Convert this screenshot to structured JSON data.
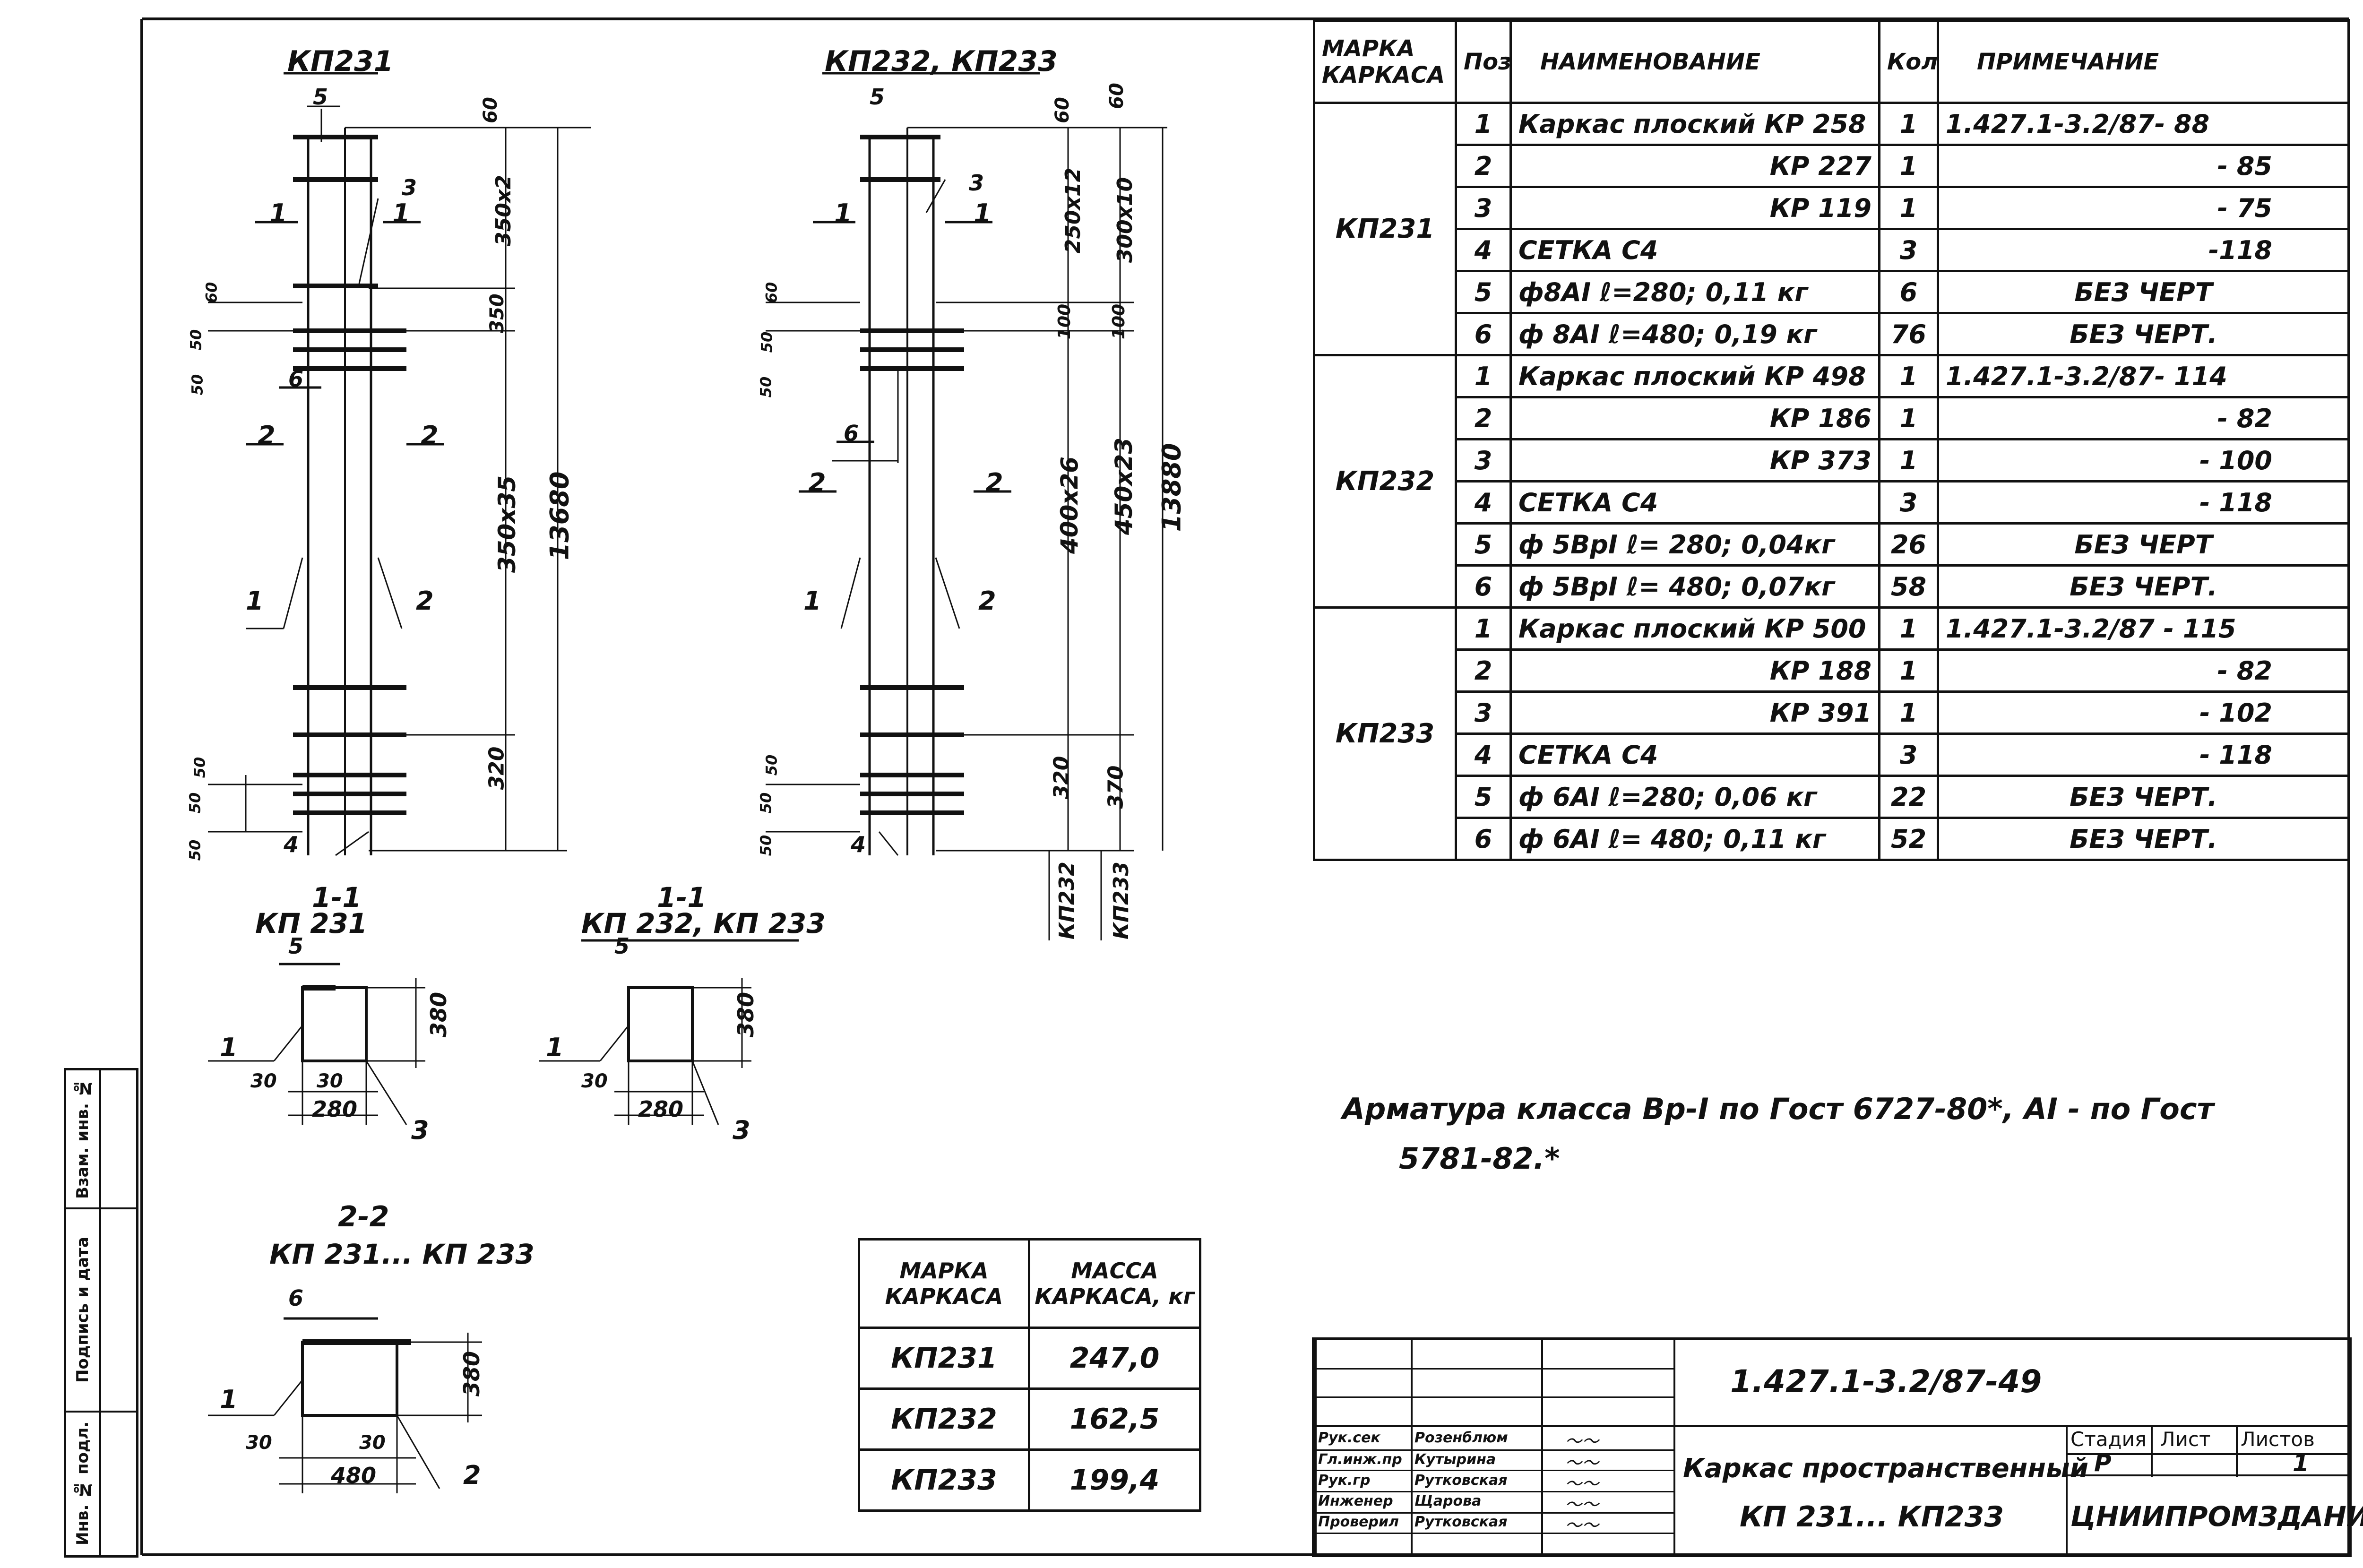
{
  "drawings": {
    "elev1": {
      "title": "КП231",
      "pos5": "5",
      "pos3": "3",
      "sec1a": "1",
      "sec1b": "1",
      "pos6": "6",
      "sec2a": "2",
      "sec2b": "2",
      "pos1": "1",
      "pos2": "2",
      "pos4": "4",
      "d60": "60",
      "d350x2": "350х2",
      "d350": "350",
      "d350x35": "350х35",
      "d13680": "13680",
      "d320": "320",
      "dl60": "60",
      "dl50": "50",
      "dl50b": "50",
      "dl50c": "50",
      "dl50d": "50",
      "dl50e": "50"
    },
    "elev2": {
      "title": "КП232, КП233",
      "pos5": "5",
      "pos3": "3",
      "sec1a": "1",
      "sec1b": "1",
      "pos6": "6",
      "sec2a": "2",
      "sec2b": "2",
      "pos1": "1",
      "pos2": "2",
      "pos4": "4",
      "d60a": "60",
      "d60b": "60",
      "d250x12": "250х12",
      "d300x10": "300х10",
      "d100a": "100",
      "d100b": "100",
      "d400x26": "400х26",
      "d450x23": "450х23",
      "d13880": "13880",
      "d320": "320",
      "d370": "370",
      "kp232": "КП232",
      "kp233": "КП233",
      "dl60": "60",
      "dl50": "50",
      "dl50b": "50",
      "dl50c": "50",
      "dl50d": "50",
      "dl50e": "50"
    },
    "sec11a": {
      "title": "1-1",
      "sub": "КП 231",
      "p5": "5",
      "p1": "1",
      "p3": "3",
      "d380": "380",
      "d30a": "30",
      "d30b": "30",
      "d280": "280"
    },
    "sec11b": {
      "title": "1-1",
      "sub": "КП 232, КП 233",
      "p5": "5",
      "p1": "1",
      "p3": "3",
      "d380": "380",
      "d30": "30",
      "d280": "280"
    },
    "sec22": {
      "title": "2-2",
      "sub": "КП 231... КП 233",
      "p6": "6",
      "p1": "1",
      "p2": "2",
      "d380": "380",
      "d30a": "30",
      "d30b": "30",
      "d480": "480"
    }
  },
  "spec": {
    "headers": {
      "mark": "МАРКА КАРКАСА",
      "pos": "Поз.",
      "name": "НАИМЕНОВАНИЕ",
      "qty": "Кол.",
      "note": "ПРИМЕЧАНИЕ"
    },
    "groups": [
      {
        "mark": "КП231",
        "rows": [
          {
            "pos": "1",
            "name": "Каркас плоский КР 258",
            "qty": "1",
            "note": "1.427.1-3.2/87- 88"
          },
          {
            "pos": "2",
            "name": "КР 227",
            "qty": "1",
            "note": "- 85"
          },
          {
            "pos": "3",
            "name": "КР 119",
            "qty": "1",
            "note": "- 75"
          },
          {
            "pos": "4",
            "name": "СЕТКА С4",
            "qty": "3",
            "note": "-118"
          },
          {
            "pos": "5",
            "name": "ф8АI  ℓ=280;  0,11 кг",
            "qty": "6",
            "note": "БЕЗ ЧЕРТ"
          },
          {
            "pos": "6",
            "name": "ф 8АI  ℓ=480;  0,19 кг",
            "qty": "76",
            "note": "БЕЗ ЧЕРТ."
          }
        ]
      },
      {
        "mark": "КП232",
        "rows": [
          {
            "pos": "1",
            "name": "Каркас плоский КР 498",
            "qty": "1",
            "note": "1.427.1-3.2/87- 114"
          },
          {
            "pos": "2",
            "name": "КР 186",
            "qty": "1",
            "note": "- 82"
          },
          {
            "pos": "3",
            "name": "КР 373",
            "qty": "1",
            "note": "- 100"
          },
          {
            "pos": "4",
            "name": "СЕТКА С4",
            "qty": "3",
            "note": "- 118"
          },
          {
            "pos": "5",
            "name": "ф 5ВрI  ℓ= 280; 0,04кг",
            "qty": "26",
            "note": "БЕЗ ЧЕРТ"
          },
          {
            "pos": "6",
            "name": "ф 5ВрI  ℓ= 480; 0,07кг",
            "qty": "58",
            "note": "БЕЗ ЧЕРТ."
          }
        ]
      },
      {
        "mark": "КП233",
        "rows": [
          {
            "pos": "1",
            "name": "Каркас плоский КР 500",
            "qty": "1",
            "note": "1.427.1-3.2/87 - 115"
          },
          {
            "pos": "2",
            "name": "КР 188",
            "qty": "1",
            "note": "- 82"
          },
          {
            "pos": "3",
            "name": "КР 391",
            "qty": "1",
            "note": "- 102"
          },
          {
            "pos": "4",
            "name": "СЕТКА С4",
            "qty": "3",
            "note": "- 118"
          },
          {
            "pos": "5",
            "name": "ф 6АI  ℓ=280; 0,06 кг",
            "qty": "22",
            "note": "БЕЗ ЧЕРТ."
          },
          {
            "pos": "6",
            "name": "ф 6АI  ℓ= 480; 0,11 кг",
            "qty": "52",
            "note": "БЕЗ ЧЕРТ."
          }
        ]
      }
    ]
  },
  "note": {
    "line1": "Арматура класса Вр-I по Гост 6727-80*, АI - по Гост",
    "line2": "5781-82.*"
  },
  "mass_table": {
    "headers": {
      "mark": "МАРКА КАРКАСА",
      "mass": "МАССА КАРКАСА, кг"
    },
    "rows": [
      {
        "mark": "КП231",
        "mass": "247,0"
      },
      {
        "mark": "КП232",
        "mass": "162,5"
      },
      {
        "mark": "КП233",
        "mass": "199,4"
      }
    ]
  },
  "title_block": {
    "doc_code": "1.427.1-3.2/87-49",
    "title_line1": "Каркас пространственный",
    "title_line2": "КП 231... КП233",
    "stage_label": "Стадия",
    "sheet_label": "Лист",
    "sheets_label": "Листов",
    "stage": "Р",
    "sheet": "",
    "sheets": "1",
    "org": "ЦНИИПРОМЗДАНИЙ",
    "staff": [
      {
        "role": "Рук.сек",
        "name": "Розенблюм"
      },
      {
        "role": "Гл.инж.пр",
        "name": "Кутырина"
      },
      {
        "role": "Рук.гр",
        "name": "Рутковская"
      },
      {
        "role": "Инженер",
        "name": "Щарова"
      },
      {
        "role": "Проверил",
        "name": "Рутковская"
      }
    ]
  },
  "stamp": {
    "inv_podl": "Инв. № подл.",
    "podpis": "Подпись и дата",
    "vzam": "Взам. инв. №"
  }
}
